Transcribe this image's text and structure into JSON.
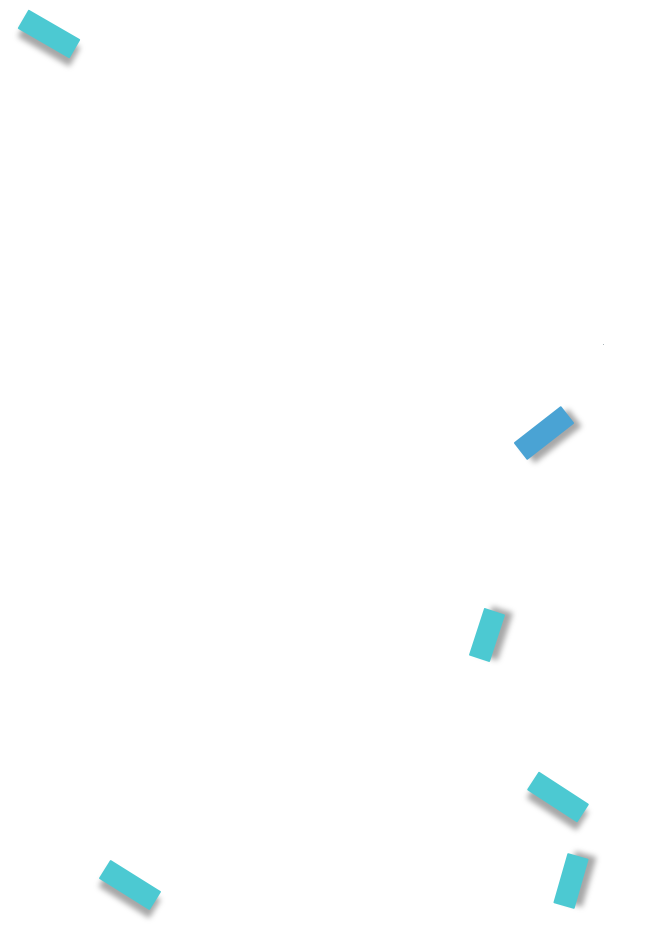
{
  "palette": {
    "background": "#ffffff",
    "turquoise": "#4cc9d2",
    "blue": "#4aa3d4"
  },
  "scene": {
    "items": [
      {
        "name": "confetti-piece",
        "color": "turquoise"
      },
      {
        "name": "confetti-piece",
        "color": "blue"
      },
      {
        "name": "confetti-piece",
        "color": "turquoise"
      },
      {
        "name": "confetti-piece",
        "color": "turquoise"
      },
      {
        "name": "confetti-piece",
        "color": "turquoise"
      },
      {
        "name": "confetti-piece",
        "color": "turquoise"
      }
    ]
  }
}
